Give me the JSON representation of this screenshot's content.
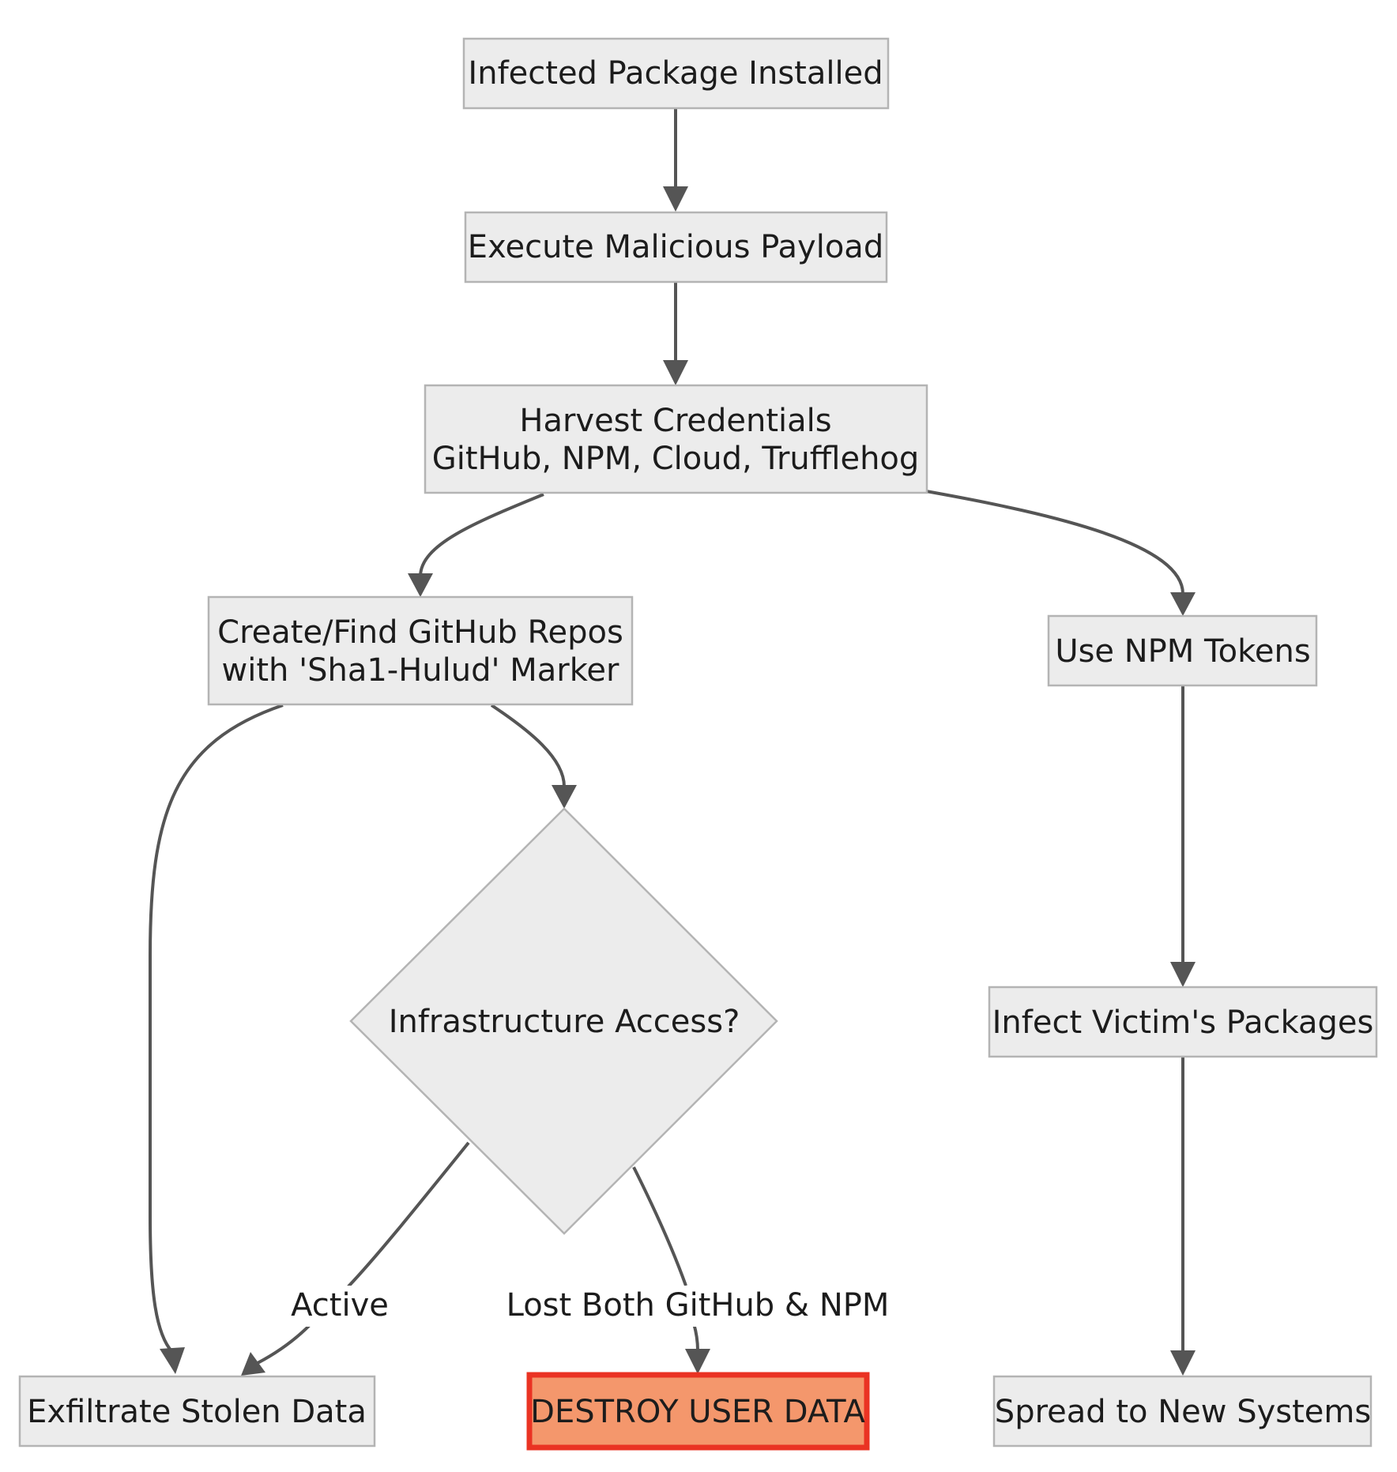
{
  "colors": {
    "node_fill": "#ececec",
    "node_stroke": "#b4b4b4",
    "edge": "#555555",
    "danger_fill": "#f4976c",
    "danger_stroke": "#ea3323",
    "text": "#1c1c1c"
  },
  "nodes": {
    "infected_package": {
      "lines": [
        "Infected Package Installed"
      ]
    },
    "execute_payload": {
      "lines": [
        "Execute Malicious Payload"
      ]
    },
    "harvest_credentials": {
      "lines": [
        "Harvest Credentials",
        "GitHub, NPM, Cloud, Trufflehog"
      ]
    },
    "create_repos": {
      "lines": [
        "Create/Find GitHub Repos",
        "with 'Sha1-Hulud' Marker"
      ]
    },
    "use_npm_tokens": {
      "lines": [
        "Use NPM Tokens"
      ]
    },
    "infrastructure_access": {
      "lines": [
        "Infrastructure Access?"
      ]
    },
    "infect_packages": {
      "lines": [
        "Infect Victim's Packages"
      ]
    },
    "exfiltrate": {
      "lines": [
        "Exfiltrate Stolen Data"
      ]
    },
    "destroy": {
      "lines": [
        "DESTROY USER DATA"
      ]
    },
    "spread": {
      "lines": [
        "Spread to New Systems"
      ]
    }
  },
  "edges": {
    "active": "Active",
    "lost_both": "Lost Both GitHub & NPM"
  }
}
